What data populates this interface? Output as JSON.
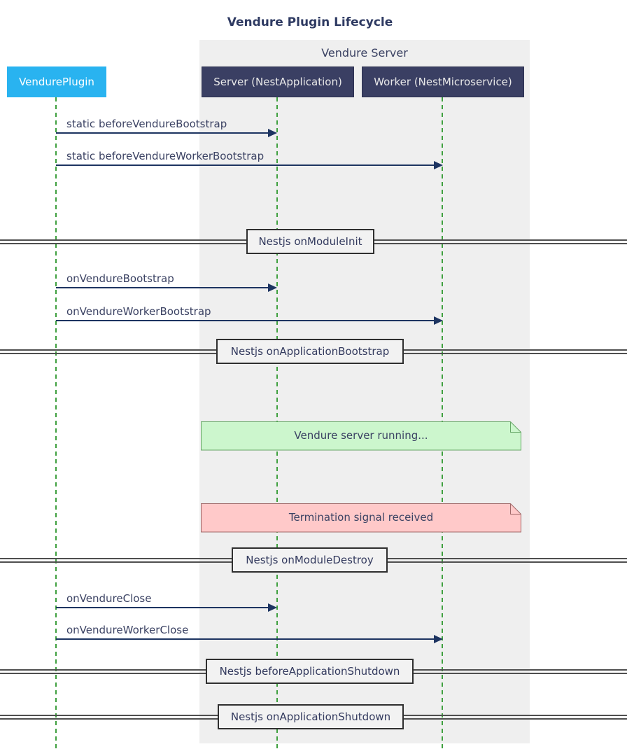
{
  "title": "Vendure Plugin Lifecycle",
  "group": {
    "label": "Vendure Server"
  },
  "actors": [
    {
      "label": "VendurePlugin"
    },
    {
      "label": "Server (NestApplication)"
    },
    {
      "label": "Worker (NestMicroservice)"
    }
  ],
  "messages": [
    {
      "label": "static beforeVendureBootstrap",
      "from": "VendurePlugin",
      "to": "Server (NestApplication)"
    },
    {
      "label": "static beforeVendureWorkerBootstrap",
      "from": "VendurePlugin",
      "to": "Worker (NestMicroservice)"
    },
    {
      "label": "onVendureBootstrap",
      "from": "VendurePlugin",
      "to": "Server (NestApplication)"
    },
    {
      "label": "onVendureWorkerBootstrap",
      "from": "VendurePlugin",
      "to": "Worker (NestMicroservice)"
    },
    {
      "label": "onVendureClose",
      "from": "VendurePlugin",
      "to": "Server (NestApplication)"
    },
    {
      "label": "onVendureWorkerClose",
      "from": "VendurePlugin",
      "to": "Worker (NestMicroservice)"
    }
  ],
  "dividers": [
    {
      "label": "Nestjs onModuleInit"
    },
    {
      "label": "Nestjs onApplicationBootstrap"
    },
    {
      "label": "Nestjs onModuleDestroy"
    },
    {
      "label": "Nestjs beforeApplicationShutdown"
    },
    {
      "label": "Nestjs onApplicationShutdown"
    }
  ],
  "notes": [
    {
      "label": "Vendure server running...",
      "type": "success"
    },
    {
      "label": "Termination signal received",
      "type": "danger"
    }
  ],
  "colors": {
    "actor_plugin_bg": "#29b3f0",
    "actor_dark_bg": "#3a3f63",
    "group_bg": "#efefef",
    "lifeline_green": "#3fa03f",
    "arrow_navy": "#1d3461",
    "text_navy": "#3b4263",
    "note_green_bg": "#ccf6cd",
    "note_green_border": "#67a767",
    "note_pink_bg": "#ffc9c9",
    "note_pink_border": "#a06868"
  }
}
